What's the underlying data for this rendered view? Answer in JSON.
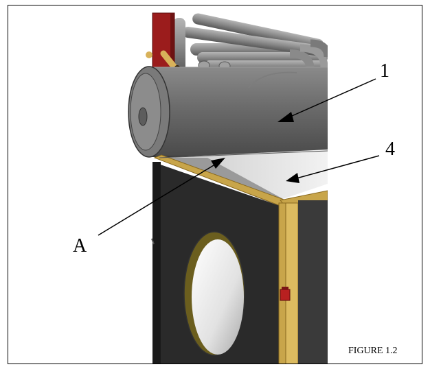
{
  "figure": {
    "caption": "FIGURE 1.2",
    "callouts": [
      {
        "id": "1",
        "label": "1"
      },
      {
        "id": "4",
        "label": "4"
      },
      {
        "id": "A",
        "label": "A"
      }
    ],
    "colors": {
      "cylinder": "#6e6e6e",
      "cabinet_panel": "#2a2a2a",
      "frame_gold": "#c8a54a",
      "bracket_red": "#9b1c1c",
      "pipe_gray": "#8c8c8c"
    }
  }
}
